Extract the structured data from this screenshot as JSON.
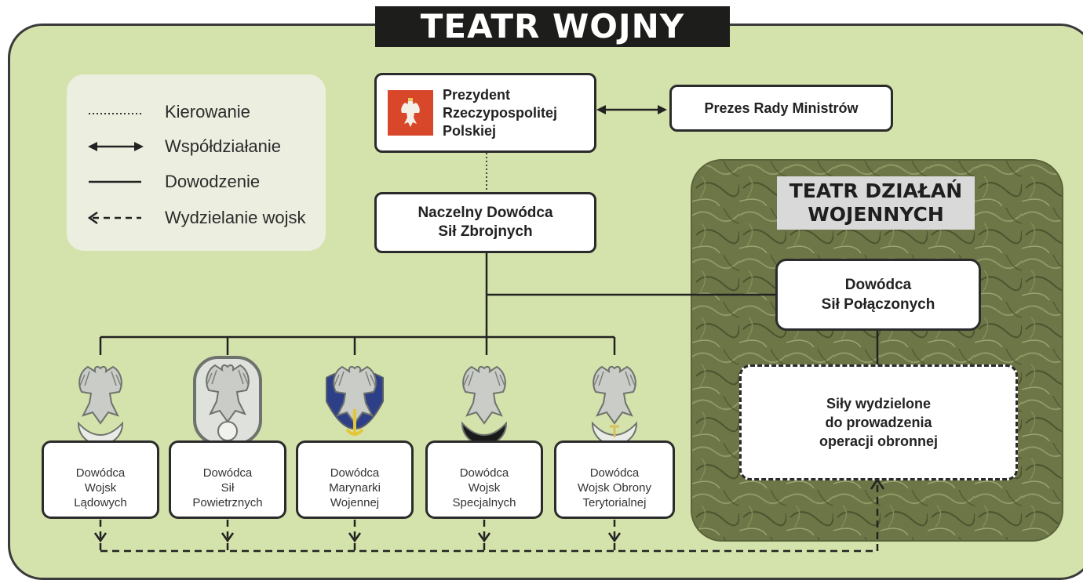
{
  "title": "TEATR WOJNY",
  "legend": {
    "items": [
      {
        "label": "Kierowanie"
      },
      {
        "label": "Współdziałanie"
      },
      {
        "label": "Dowodzenie"
      },
      {
        "label": "Wydzielanie wojsk"
      }
    ]
  },
  "president": {
    "label": "Prezydent\nRzeczypospolitej\nPolskiej"
  },
  "prime_minister": {
    "label": "Prezes Rady Ministrów"
  },
  "supreme_commander": {
    "label": "Naczelny Dowódca\nSił Zbrojnych"
  },
  "theater_operations": {
    "title": "TEATR DZIAŁAŃ\nWOJENNYCH"
  },
  "joint_commander": {
    "label": "Dowódca\nSił Połączonych"
  },
  "allocated_forces": {
    "label": "Siły wydzielone\ndo prowadzenia\noperacji obronnej"
  },
  "branch_commanders": [
    {
      "label": "Dowódca\nWojsk\nLądowych"
    },
    {
      "label": "Dowódca\nSił\nPowietrznych"
    },
    {
      "label": "Dowódca\nMarynarki\nWojennej"
    },
    {
      "label": "Dowódca\nWojsk\nSpecjalnych"
    },
    {
      "label": "Dowódca\nWojsk Obrony\nTerytorialnej"
    }
  ],
  "colors": {
    "panel": "#d4e2ab",
    "camo": "#6e7848",
    "flag_red": "#d9472b",
    "title_bar": "#1d1d1b"
  }
}
